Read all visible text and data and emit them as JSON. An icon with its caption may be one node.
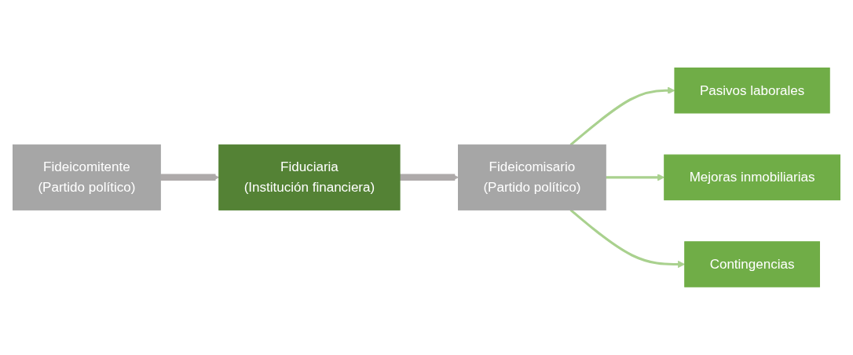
{
  "diagram": {
    "nodes": [
      {
        "text": [
          "Fideicomitente",
          "(Partido político)"
        ]
      },
      {
        "text": [
          "Fiduciaria",
          "(Institución financiera)"
        ]
      },
      {
        "text": [
          "Fideicomisario",
          "(Partido político)"
        ]
      },
      {
        "text": [
          "Pasivos laborales"
        ]
      },
      {
        "text": [
          "Mejoras inmobiliarias"
        ]
      },
      {
        "text": [
          "Contingencias"
        ]
      }
    ],
    "edges": [
      {
        "from": 0,
        "to": 1,
        "arrow": "to",
        "style": "thick",
        "color": "#aeaaaa"
      },
      {
        "from": 1,
        "to": 2,
        "arrow": "to",
        "style": "thick",
        "color": "#aeaaaa"
      },
      {
        "from": 2,
        "to": 3,
        "arrow": "to"
      },
      {
        "from": 2,
        "to": 4,
        "arrow": "to"
      },
      {
        "from": 2,
        "to": 5,
        "arrow": "to"
      }
    ]
  }
}
